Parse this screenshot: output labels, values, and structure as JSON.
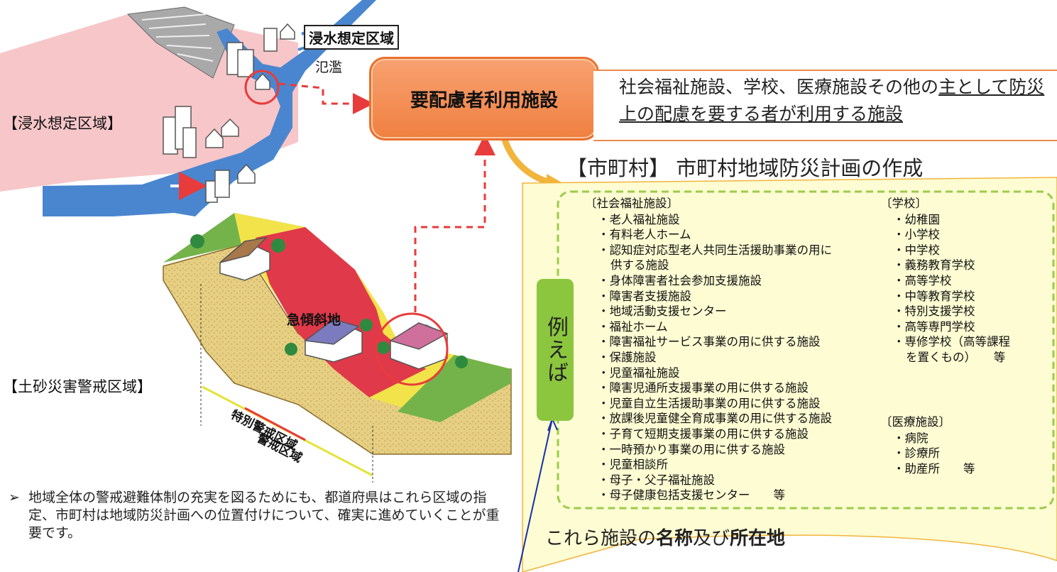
{
  "flood": {
    "region_label": "【浸水想定区域】",
    "area_tag": "浸水想定区域",
    "overflow_label": "氾濫"
  },
  "sediment": {
    "region_label": "【土砂災害警戒区域】",
    "steep_slope_label": "急傾斜地",
    "special_zone_label": "特別警戒区域",
    "warning_zone_label": "警戒区域"
  },
  "central": {
    "title": "要配慮者利用施設",
    "definition_part1": "社会福祉施設、学校、医療施設その他の",
    "definition_part2": "主として防災上の配慮を要する者が利用する施設"
  },
  "plan": {
    "title": "【市町村】 市町村地域防災計画の作成",
    "example_badge": "例えば",
    "welfare": {
      "heading": "〔社会福祉施設〕",
      "items": [
        "・老人福祉施設",
        "・有料老人ホーム",
        "・認知症対応型老人共同生活援助事業の用に",
        "供する施設",
        "・身体障害者社会参加支援施設",
        "・障害者支援施設",
        "・地域活動支援センター",
        "・福祉ホーム",
        "・障害福祉サービス事業の用に供する施設",
        "・保護施設",
        "・児童福祉施設",
        "・障害児通所支援事業の用に供する施設",
        "・児童自立生活援助事業の用に供する施設",
        "・放課後児童健全育成事業の用に供する施設",
        "・子育て短期支援事業の用に供する施設",
        "・一時預かり事業の用に供する施設",
        "・児童相談所",
        "・母子・父子福祉施設",
        "・母子健康包括支援センター　　等"
      ]
    },
    "schools": {
      "heading": "〔学校〕",
      "items": [
        "・幼稚園",
        "・小学校",
        "・中学校",
        "・義務教育学校",
        "・高等学校",
        "・中等教育学校",
        "・特別支援学校",
        "・高等専門学校",
        "・専修学校（高等課程",
        "を置くもの）　　等"
      ]
    },
    "medical": {
      "heading": "〔医療施設〕",
      "items": [
        "・病院",
        "・診療所",
        "・助産所　　等"
      ]
    },
    "footer_part1": "これら施設の",
    "footer_bold1": "名称",
    "footer_part2": "及び",
    "footer_bold2": "所在地"
  },
  "note": {
    "bullet": "➢",
    "text": "地域全体の警戒避難体制の充実を図るためにも、都道府県はこれら区域の指定、市町村は地域防災計画への位置付けについて、確実に進めていくことが重要です。"
  },
  "colors": {
    "flood_area": "#f7c6c9",
    "river": "#4a86cf",
    "central_box": "#f28b4e",
    "panel_fill": "#fdfcd3",
    "panel_border": "#f2b43b",
    "badge": "#8cc63e",
    "dashed_green": "#9ccc4a",
    "red_dashed": "#e83b3b",
    "hillside_red": "#e0394a",
    "hillside_yellow": "#f2e34a",
    "grass": "#74b34a",
    "soil": "#e6cf82"
  }
}
